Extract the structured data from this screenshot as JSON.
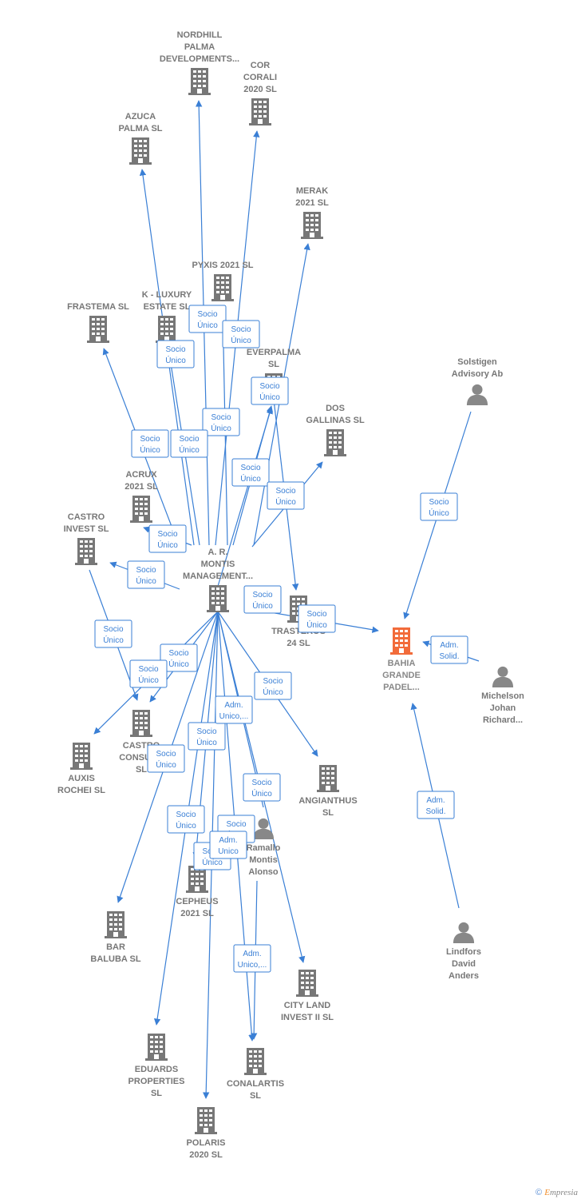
{
  "colors": {
    "edge": "#3a7fd5",
    "company": "#777777",
    "focus": "#f26b3a",
    "person": "#888888"
  },
  "nodes": [
    {
      "id": "nordhill",
      "type": "company",
      "lines": [
        "NORDHILL",
        "PALMA",
        "DEVELOPMENTS..."
      ]
    },
    {
      "id": "cor",
      "type": "company",
      "lines": [
        "COR",
        "CORALI",
        "2020  SL"
      ]
    },
    {
      "id": "azuca",
      "type": "company",
      "lines": [
        "AZUCA",
        "PALMA  SL"
      ]
    },
    {
      "id": "merak",
      "type": "company",
      "lines": [
        "MERAK",
        "2021  SL"
      ]
    },
    {
      "id": "pyxis",
      "type": "company",
      "lines": [
        "PYXIS 2021  SL"
      ]
    },
    {
      "id": "frastema",
      "type": "company",
      "lines": [
        "FRASTEMA  SL"
      ]
    },
    {
      "id": "kluxury",
      "type": "company",
      "lines": [
        "K -  LUXURY",
        "ESTATE  SL"
      ]
    },
    {
      "id": "everpalma",
      "type": "company",
      "lines": [
        "EVERPALMA",
        "SL"
      ]
    },
    {
      "id": "solstigen",
      "type": "person",
      "lines": [
        "Solstigen",
        "Advisory Ab"
      ]
    },
    {
      "id": "dosgallinas",
      "type": "company",
      "lines": [
        "DOS",
        "GALLINAS  SL"
      ]
    },
    {
      "id": "acrux",
      "type": "company",
      "lines": [
        "ACRUX",
        "2021  SL"
      ]
    },
    {
      "id": "castroinvest",
      "type": "company",
      "lines": [
        "CASTRO",
        "INVEST  SL"
      ]
    },
    {
      "id": "armontis",
      "type": "company",
      "lines": [
        "A. R.",
        "MONTIS",
        "MANAGEMENT..."
      ]
    },
    {
      "id": "trasteros",
      "type": "company",
      "lines": [
        "TRASTEROS",
        "24  SL"
      ]
    },
    {
      "id": "bahia",
      "type": "focus",
      "lines": [
        "BAHIA",
        "GRANDE",
        "PADEL..."
      ]
    },
    {
      "id": "michelson",
      "type": "person",
      "lines": [
        "Michelson",
        "Johan",
        "Richard..."
      ]
    },
    {
      "id": "castroconsul",
      "type": "company",
      "lines": [
        "CASTRO",
        "CONSUL...",
        "SL"
      ]
    },
    {
      "id": "auxis",
      "type": "company",
      "lines": [
        "AUXIS",
        "ROCHEI  SL"
      ]
    },
    {
      "id": "angianthus",
      "type": "company",
      "lines": [
        "ANGIANTHUS",
        "SL"
      ]
    },
    {
      "id": "ramallo",
      "type": "person",
      "lines": [
        "Ramallo",
        "Montis",
        "Alonso"
      ]
    },
    {
      "id": "cepheus",
      "type": "company",
      "lines": [
        "CEPHEUS",
        "2021  SL"
      ]
    },
    {
      "id": "barbaluba",
      "type": "company",
      "lines": [
        "BAR",
        "BALUBA  SL"
      ]
    },
    {
      "id": "lindfors",
      "type": "person",
      "lines": [
        "Lindfors",
        "David",
        "Anders"
      ]
    },
    {
      "id": "cityland",
      "type": "company",
      "lines": [
        "CITY LAND",
        "INVEST II  SL"
      ]
    },
    {
      "id": "eduards",
      "type": "company",
      "lines": [
        "EDUARDS",
        "PROPERTIES",
        "SL"
      ]
    },
    {
      "id": "conalartis",
      "type": "company",
      "lines": [
        "CONALARTIS",
        "SL"
      ]
    },
    {
      "id": "polaris",
      "type": "company",
      "lines": [
        "POLARIS",
        "2020  SL"
      ]
    }
  ],
  "edge_labels": [
    {
      "lines": [
        "Socio",
        "Único"
      ]
    },
    {
      "lines": [
        "Socio",
        "Único"
      ]
    },
    {
      "lines": [
        "Socio",
        "Único"
      ]
    },
    {
      "lines": [
        "Socio",
        "Único"
      ]
    },
    {
      "lines": [
        "Socio",
        "Único"
      ]
    },
    {
      "lines": [
        "Socio",
        "Único"
      ]
    },
    {
      "lines": [
        "Socio",
        "Único"
      ]
    },
    {
      "lines": [
        "Socio",
        "Único"
      ]
    },
    {
      "lines": [
        "Socio",
        "Único"
      ]
    },
    {
      "lines": [
        "Socio",
        "Único"
      ]
    },
    {
      "lines": [
        "Socio",
        "Único"
      ]
    },
    {
      "lines": [
        "Socio",
        "Único"
      ]
    },
    {
      "lines": [
        "Socio",
        "Único"
      ]
    },
    {
      "lines": [
        "Socio",
        "Único"
      ]
    },
    {
      "lines": [
        "Adm.",
        "Solid."
      ]
    },
    {
      "lines": [
        "Socio",
        "Único"
      ]
    },
    {
      "lines": [
        "Socio",
        "Único"
      ]
    },
    {
      "lines": [
        "Socio",
        "Único"
      ]
    },
    {
      "lines": [
        "Socio",
        "Único"
      ]
    },
    {
      "lines": [
        "Adm.",
        "Unico,..."
      ]
    },
    {
      "lines": [
        "Socio",
        "Único"
      ]
    },
    {
      "lines": [
        "Socio",
        "Único"
      ]
    },
    {
      "lines": [
        "Socio",
        "Único"
      ]
    },
    {
      "lines": [
        "Socio",
        "Único"
      ]
    },
    {
      "lines": [
        "Socio",
        "Único"
      ]
    },
    {
      "lines": [
        "Socio",
        "Único"
      ]
    },
    {
      "lines": [
        "Adm.",
        "Unico"
      ]
    },
    {
      "lines": [
        "Adm.",
        "Solid."
      ]
    },
    {
      "lines": [
        "Adm.",
        "Unico,..."
      ]
    }
  ],
  "footer": {
    "copyright": "©",
    "brand_e": "E",
    "brand_rest": "mpresia"
  }
}
